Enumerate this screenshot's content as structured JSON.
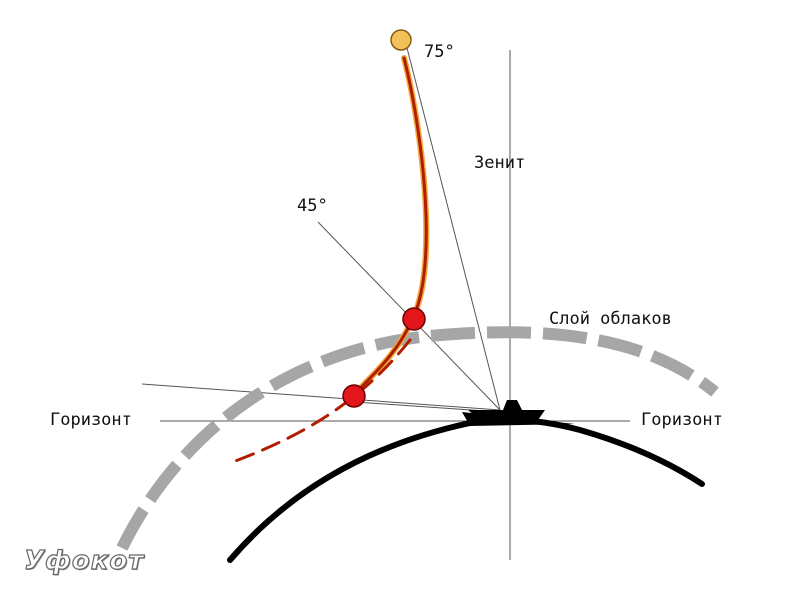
{
  "labels": {
    "zenith": "Зенит",
    "cloud_layer": "Слой облаков",
    "horizon_left": "Горизонт",
    "horizon_right": "Горизонт",
    "angle_75": "75°",
    "angle_45": "45°"
  },
  "watermark": "Уфокот",
  "colors": {
    "earth": "#000000",
    "cloud_layer": "#a6a6a6",
    "trajectory": "#b01e00",
    "trajectory_glow": "#f2a83c",
    "object_far": "#f2c15a",
    "object_near": "#e3161b",
    "sight_lines": "#555555"
  },
  "icons": {
    "observer": "ship-icon",
    "object_far": "orange-dot-icon",
    "object_mid": "red-dot-icon",
    "object_low": "red-dot-icon"
  }
}
